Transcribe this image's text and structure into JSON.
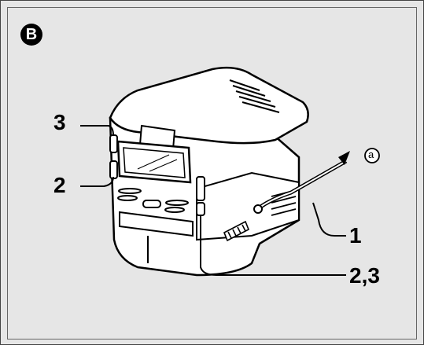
{
  "figure": {
    "badge": "B",
    "callouts": {
      "c3_left": "3",
      "c2_left": "2",
      "c1_right": "1",
      "c23_right": "2,3",
      "a_marker": "a"
    }
  }
}
